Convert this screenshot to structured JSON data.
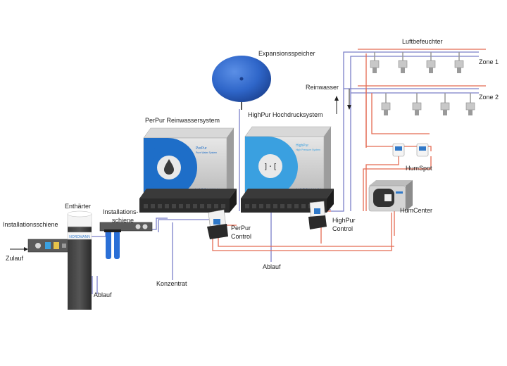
{
  "labels": {
    "expansion_tank": "Expansionsspeicher",
    "humidifiers": "Luftbefeuchter",
    "zone1": "Zone 1",
    "zone2": "Zone 2",
    "pure_water": "Reinwasser",
    "perpur_system": "PerPur Reinwassersystem",
    "highpur_system": "HighPur Hochdrucksystem",
    "softener": "Enthärter",
    "install_rail": "Installationsschiene",
    "install_rail2_l1": "Installations-",
    "install_rail2_l2": "schiene",
    "inlet": "Zulauf",
    "drain_softener": "Ablauf",
    "concentrate": "Konzentrat",
    "drain_main": "Ablauf",
    "perpur_control_l1": "PerPur",
    "perpur_control_l2": "Control",
    "highpur_control_l1": "HighPur",
    "highpur_control_l2": "Control",
    "humspot": "HumSpot",
    "humcenter": "HumCenter"
  },
  "device_text": {
    "perpur_logo": "PerPur",
    "perpur_sub": "Pure Water System",
    "highpur_logo": "HighPur",
    "highpur_sub": "High Pressure System",
    "brand": "NORDMANN",
    "highpur_glyph": "]·["
  },
  "colors": {
    "pipe_blue": "#7b7fc8",
    "pipe_red": "#e46a52",
    "tank_blue": "#2f66c9",
    "unit_grey": "#c9c9c9",
    "accent_blue": "#1e6ec8",
    "highpur_accent": "#3aa0e0"
  }
}
